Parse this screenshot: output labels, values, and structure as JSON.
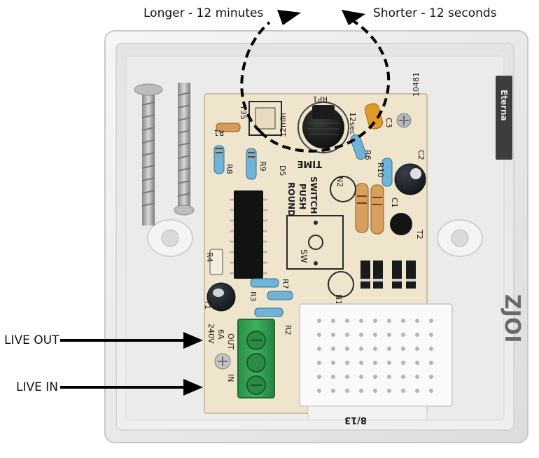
{
  "annotations": {
    "longer": "Longer - 12 minutes",
    "shorter": "Shorter - 12 seconds",
    "live_out": "LIVE OUT",
    "live_in": "LIVE IN"
  },
  "board": {
    "part_number": "10481",
    "case_marking": "ZJOI",
    "pot_ref": "RP1",
    "pot_min": "12min",
    "pot_max": "12sec",
    "pot_label": "TIME",
    "switch_label_1": "ROUND",
    "switch_label_2": "PUSH",
    "switch_label_3": "SWITCH",
    "switch_ref": "SW",
    "voltage": "240V",
    "current": "6A",
    "out": "OUT",
    "in": "IN",
    "brand": "Eterna",
    "refs": {
      "r1": "R1",
      "r2": "R2",
      "r3": "R3",
      "r4": "R4",
      "r6": "R6",
      "r7": "R7",
      "r8": "R8",
      "r9": "R9",
      "r10": "R10",
      "c1": "C1",
      "c2": "C2",
      "c3": "C3",
      "t1": "T1",
      "t2": "T2",
      "d5": "D5",
      "t35": "T35",
      "n1": "N1",
      "n2": "N2"
    },
    "strip_text": "8/13"
  },
  "colors": {
    "arrow": "#000000",
    "case": "#ededed",
    "pcb": "#efe4cc",
    "terminal_block": "#2fa04e",
    "pot_knob": "#1a1a1a",
    "ic": "#111111"
  }
}
